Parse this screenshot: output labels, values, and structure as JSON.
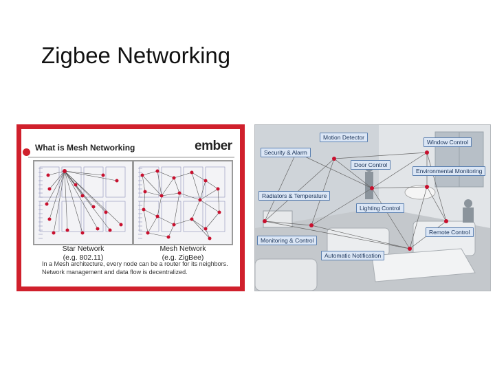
{
  "title": "Zigbee Networking",
  "left_slide": {
    "heading": "What is Mesh Networking",
    "logo": "ember",
    "star_label": "Star Network",
    "star_example": "(e.g. 802.11)",
    "mesh_label": "Mesh Network",
    "mesh_example": "(e.g. ZigBee)",
    "description": "In a Mesh architecture, every node can be a router for its neighbors.  Network management and data flow is decentralized."
  },
  "right_diagram": {
    "labels": {
      "motion_detector": "Motion Detector",
      "window_control": "Window Control",
      "security_alarm": "Security & Alarm",
      "door_control": "Door Control",
      "environmental_monitoring": "Environmental Monitoring",
      "radiators_temperature": "Radiators & Temperature",
      "lighting_control": "Lighting Control",
      "remote_control": "Remote Control",
      "monitoring_control": "Monitoring & Control",
      "automatic_notification": "Automatic Notification"
    }
  },
  "colors": {
    "frame_red": "#d0202c",
    "node_red": "#c8102e",
    "label_fill": "#dbe6f5",
    "label_border": "#5a7fb0"
  }
}
